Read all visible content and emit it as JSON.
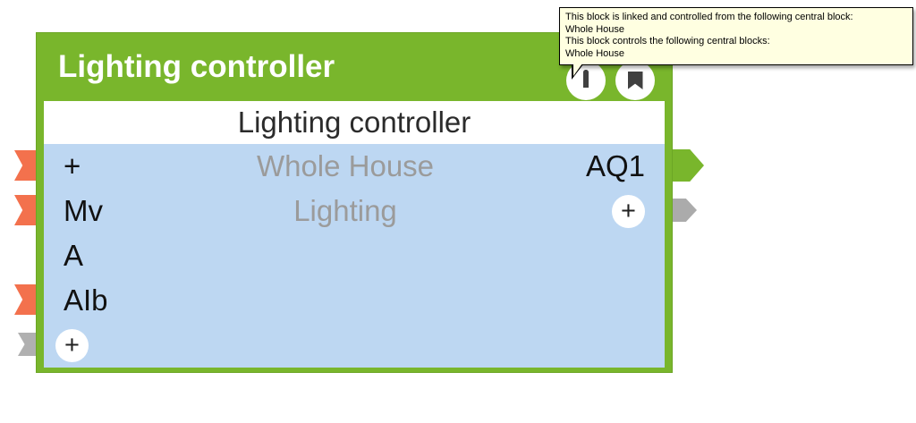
{
  "block": {
    "title": "Lighting controller",
    "name_label": "Lighting controller",
    "rows": [
      {
        "input": "+",
        "center": "Whole House",
        "output": "AQ1"
      },
      {
        "input": "Mv",
        "center": "Lighting"
      },
      {
        "input": "A"
      },
      {
        "input": "AIb"
      }
    ],
    "add_output_button": "+",
    "add_input_button": "+"
  },
  "tooltip": {
    "lines": [
      "This block is linked and controlled from the following central block:",
      "Whole House",
      "This block controls the following central blocks:",
      "Whole House"
    ]
  },
  "icons": {
    "badge_left": "lock-icon",
    "badge_right": "bookmark-icon",
    "input_pin": "input-flag-pin",
    "output_pin": "output-arrow-pin"
  },
  "colors": {
    "block_green": "#79B62C",
    "body_blue": "#BDD7F2",
    "center_label_gray": "#9B9B9B",
    "input_pin_orange": "#F3714D",
    "pin_gray": "#ABABAB",
    "tooltip_bg": "#FFFFE1"
  }
}
